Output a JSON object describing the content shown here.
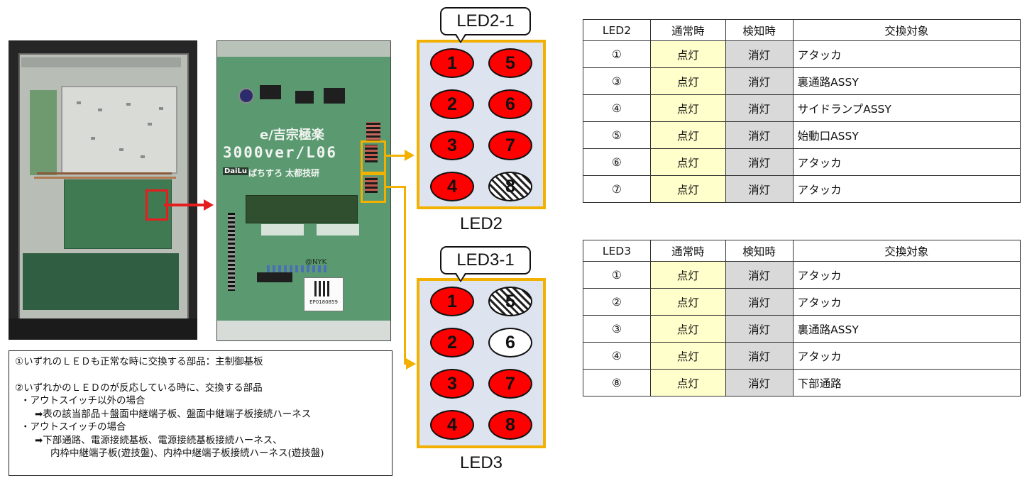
{
  "led2_panel": {
    "callout": "LED2-1",
    "title": "LED2",
    "leds": [
      {
        "label": "1",
        "state": "on"
      },
      {
        "label": "5",
        "state": "on"
      },
      {
        "label": "2",
        "state": "on"
      },
      {
        "label": "6",
        "state": "on"
      },
      {
        "label": "3",
        "state": "on"
      },
      {
        "label": "7",
        "state": "on"
      },
      {
        "label": "4",
        "state": "on"
      },
      {
        "label": "8",
        "state": "broken"
      }
    ]
  },
  "led3_panel": {
    "callout": "LED3-1",
    "title": "LED3",
    "leds": [
      {
        "label": "1",
        "state": "on"
      },
      {
        "label": "5",
        "state": "broken"
      },
      {
        "label": "2",
        "state": "on"
      },
      {
        "label": "6",
        "state": "off"
      },
      {
        "label": "3",
        "state": "on"
      },
      {
        "label": "7",
        "state": "on"
      },
      {
        "label": "4",
        "state": "on"
      },
      {
        "label": "8",
        "state": "on"
      }
    ]
  },
  "board_photo": {
    "line1": "e/吉宗極楽",
    "line2": "3000ver/L06",
    "brand": "DaiLu",
    "maker": "ぱちすろ 太都技研",
    "nyk": "@NYK",
    "label_code": "EP0180859"
  },
  "notes": {
    "line1": "①いずれのＬＥＤも正常な時に交換する部品：主制御基板",
    "line2": "②いずれかのＬＥＤのが反応している時に、交換する部品",
    "line3": "・アウトスイッチ以外の場合",
    "line4": "➡表の該当部品＋盤面中継端子板、盤面中継端子板接続ハーネス",
    "line5": "・アウトスイッチの場合",
    "line6": "➡下部通路、電源接続基板、電源接続基板接続ハーネス、",
    "line7": "内枠中継端子板(遊技盤)、内枠中継端子板接続ハーネス(遊技盤)"
  },
  "table_led2": {
    "headers": [
      "LED2",
      "通常時",
      "検知時",
      "交換対象"
    ],
    "rows": [
      [
        "①",
        "点灯",
        "消灯",
        "アタッカ"
      ],
      [
        "③",
        "点灯",
        "消灯",
        "裏通路ASSY"
      ],
      [
        "④",
        "点灯",
        "消灯",
        "サイドランプASSY"
      ],
      [
        "⑤",
        "点灯",
        "消灯",
        "始動口ASSY"
      ],
      [
        "⑥",
        "点灯",
        "消灯",
        "アタッカ"
      ],
      [
        "⑦",
        "点灯",
        "消灯",
        "アタッカ"
      ]
    ]
  },
  "table_led3": {
    "headers": [
      "LED3",
      "通常時",
      "検知時",
      "交換対象"
    ],
    "rows": [
      [
        "①",
        "点灯",
        "消灯",
        "アタッカ"
      ],
      [
        "②",
        "点灯",
        "消灯",
        "アタッカ"
      ],
      [
        "③",
        "点灯",
        "消灯",
        "裏通路ASSY"
      ],
      [
        "④",
        "点灯",
        "消灯",
        "アタッカ"
      ],
      [
        "⑧",
        "点灯",
        "消灯",
        "下部通路"
      ]
    ]
  },
  "colors": {
    "led_on": "#ff0000",
    "panel_bg": "#dde4ef",
    "connector": "#f2b100",
    "highlight": "#e41e1e",
    "normal_cell": "#ffffcc",
    "detect_cell": "#d9d9d9"
  }
}
